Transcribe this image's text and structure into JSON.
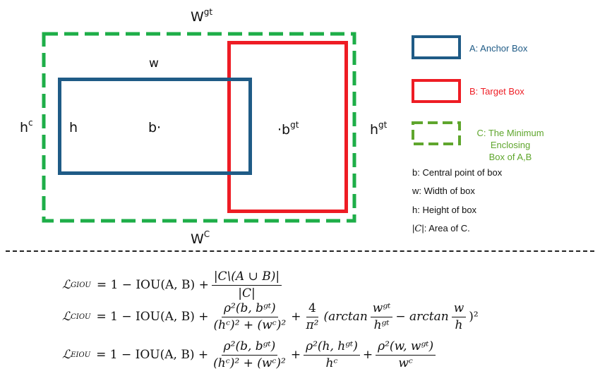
{
  "diagram": {
    "labels": {
      "w_gt": "W",
      "w_gt_sup": "gt",
      "w": "w",
      "h_c": "h",
      "h_c_sup": "c",
      "h": "h",
      "b": "b·",
      "b_gt": "·b",
      "b_gt_sup": "gt",
      "h_gt": "h",
      "h_gt_sup": "gt",
      "w_c": "W",
      "w_c_sup": "C"
    }
  },
  "legend": {
    "a": "A: Anchor Box",
    "b": "B: Target Box",
    "c_line1": "C: The Minimum Enclosing",
    "c_line2": "Box of A,B",
    "colors": {
      "anchor": "#1f5b86",
      "target": "#ee1c24",
      "enclosing": "#5fa62d",
      "enclosing_dash": "#1eae48"
    }
  },
  "definitions": {
    "b": "b: Central point of box",
    "w": "w: Width of box",
    "h": "h: Height of box",
    "c_prefix": "|",
    "c_sym": "C",
    "c_suffix": "|: Area of C."
  },
  "formulas": {
    "giou": {
      "lhs": "ℒ",
      "lhs_sub": "GIOU",
      "head": "= 1 − IOU(A, B) +",
      "num": "|C\\(A ∪ B)|",
      "den": "|C|"
    },
    "ciou": {
      "lhs": "ℒ",
      "lhs_sub": "CIOU",
      "head": "= 1 − IOU(A, B) +",
      "num": "ρ²(b, bᵍᵗ)",
      "den": "(hᶜ)² + (wᶜ)²",
      "plus": "+",
      "num2": "4",
      "den2": "π²",
      "arctan1": "(arctan",
      "num3": "wᵍᵗ",
      "den3": "hᵍᵗ",
      "minus": "− arctan",
      "num4": "w",
      "den4": "h",
      "tail": ")²"
    },
    "eiou": {
      "lhs": "ℒ",
      "lhs_sub": "EIOU",
      "head": "= 1 − IOU(A, B) +",
      "num": "ρ²(b, bᵍᵗ)",
      "den": "(hᶜ)² + (wᶜ)²",
      "plus": "+",
      "num2": "ρ²(h, hᵍᵗ)",
      "den2": "hᶜ",
      "plus2": "+",
      "num3": "ρ²(w, wᵍᵗ)",
      "den3": "wᶜ"
    }
  }
}
